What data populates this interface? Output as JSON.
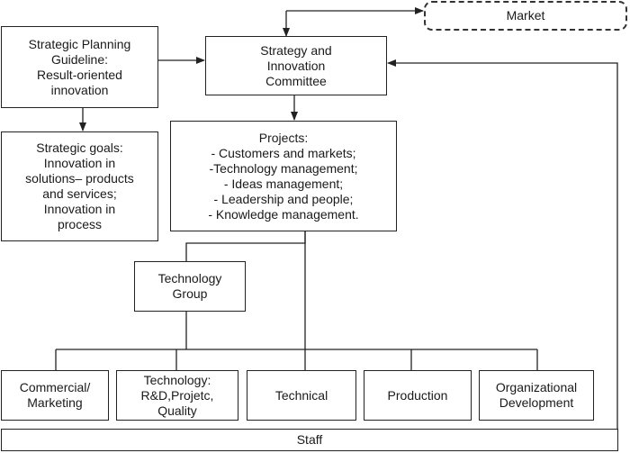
{
  "market": "Market",
  "strategic_planning": "Strategic Planning\nGuideline:\nResult-oriented\ninnovation",
  "committee": "Strategy and\nInnovation\nCommittee",
  "strategic_goals": "Strategic goals:\nInnovation in\nsolutions– products\nand services;\nInnovation in\nprocess",
  "projects": {
    "title": "Projects:",
    "items": [
      "- Customers and markets;",
      "-Technology management;",
      "- Ideas management;",
      "- Leadership and people;",
      "- Knowledge management."
    ]
  },
  "technology_group": "Technology\nGroup",
  "departments": [
    "Commercial/\nMarketing",
    "Technology:\nR&D,Projetc,\nQuality",
    "Technical",
    "Production",
    "Organizational\nDevelopment"
  ],
  "staff": "Staff"
}
